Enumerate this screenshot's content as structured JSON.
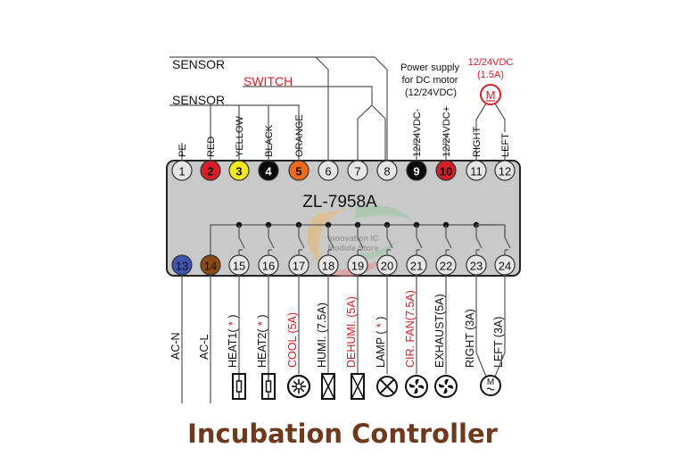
{
  "title": "Incubation Controller",
  "model": "ZL-7958A",
  "watermark": [
    "Innovation IC",
    "Module Store"
  ],
  "top_group_labels": {
    "sensor_upper": "SENSOR",
    "switch": "SWITCH",
    "sensor_lower": "SENSOR",
    "power_supply": [
      "Power supply",
      "for DC motor",
      "(12/24VDC)"
    ],
    "motor_rating": [
      "12/24VDC",
      "(1.5A)"
    ],
    "motor_symbol": "M"
  },
  "top_terminals": [
    {
      "num": "1",
      "label": "PE",
      "fill": "#e6e6e6",
      "text_color": "#111111"
    },
    {
      "num": "2",
      "label": "RED",
      "fill": "#d61f26",
      "text_color": "#111111"
    },
    {
      "num": "3",
      "label": "YELLOW",
      "fill": "#f2ea1c",
      "text_color": "#111111"
    },
    {
      "num": "4",
      "label": "BLACK",
      "fill": "#0a0a0a",
      "text_color": "#ffffff"
    },
    {
      "num": "5",
      "label": "ORANGE",
      "fill": "#f06a1e",
      "text_color": "#111111"
    },
    {
      "num": "6",
      "label": "",
      "fill": "#e6e6e6",
      "text_color": "#111111"
    },
    {
      "num": "7",
      "label": "",
      "fill": "#e6e6e6",
      "text_color": "#111111"
    },
    {
      "num": "8",
      "label": "",
      "fill": "#e6e6e6",
      "text_color": "#111111"
    },
    {
      "num": "9",
      "label": "12/24VDC-",
      "fill": "#0a0a0a",
      "text_color": "#ffffff"
    },
    {
      "num": "10",
      "label": "12/24VDC+",
      "fill": "#d61f26",
      "text_color": "#111111"
    },
    {
      "num": "11",
      "label": "RIGHT",
      "fill": "#e6e6e6",
      "text_color": "#111111"
    },
    {
      "num": "12",
      "label": "LEFT",
      "fill": "#e6e6e6",
      "text_color": "#111111"
    }
  ],
  "bottom_terminals": [
    {
      "num": "13",
      "label": "AC-N",
      "star": false,
      "red": false,
      "fill": "#3b55b0",
      "icon": "none"
    },
    {
      "num": "14",
      "label": "AC-L",
      "star": false,
      "red": false,
      "fill": "#8a4a12",
      "icon": "none"
    },
    {
      "num": "15",
      "label": "HEAT1(",
      "label_end": ")",
      "star": true,
      "red": false,
      "fill": "#e6e6e6",
      "icon": "heater"
    },
    {
      "num": "16",
      "label": "HEAT2(",
      "label_end": ")",
      "star": true,
      "red": false,
      "fill": "#e6e6e6",
      "icon": "heater"
    },
    {
      "num": "17",
      "label": "COOL (5A)",
      "star": false,
      "red": true,
      "fill": "#e6e6e6",
      "icon": "snowflake"
    },
    {
      "num": "18",
      "label": "HUMI. (7.5A)",
      "star": false,
      "red": false,
      "fill": "#e6e6e6",
      "icon": "valve"
    },
    {
      "num": "19",
      "label": "DEHUMI. (5A)",
      "star": false,
      "red": true,
      "fill": "#e6e6e6",
      "icon": "valve"
    },
    {
      "num": "20",
      "label": "LAMP (",
      "label_end": ")",
      "star": true,
      "red": false,
      "fill": "#e6e6e6",
      "icon": "lamp"
    },
    {
      "num": "21",
      "label": "CIR. FAN(7.5A)",
      "star": false,
      "red": true,
      "fill": "#e6e6e6",
      "icon": "fan"
    },
    {
      "num": "22",
      "label": "EXHAUST(5A)",
      "star": false,
      "red": false,
      "fill": "#e6e6e6",
      "icon": "fan"
    },
    {
      "num": "23",
      "label": "RIGHT (3A)",
      "star": false,
      "red": false,
      "fill": "#e6e6e6",
      "icon": "motor-left"
    },
    {
      "num": "24",
      "label": "LEFT (3A)",
      "star": false,
      "red": false,
      "fill": "#e6e6e6",
      "icon": "motor-right"
    }
  ],
  "star_symbol": "*",
  "colors": {
    "box_fill": "#c9c9c9",
    "red_text": "#d0202a",
    "title": "#6e3a1e"
  }
}
